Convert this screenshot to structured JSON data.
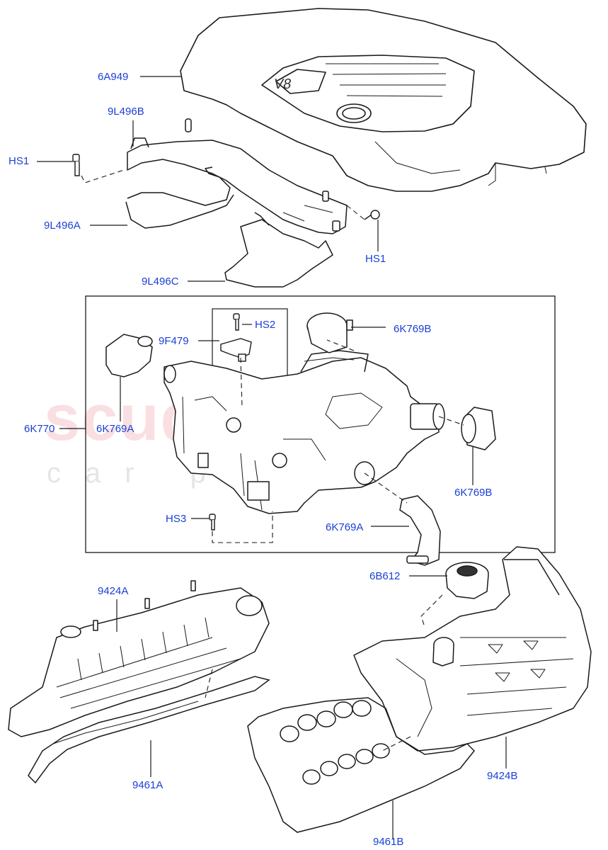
{
  "watermark": {
    "brand": "scuderia",
    "sub": "car parts"
  },
  "labels": {
    "p6A949": "6A949",
    "p9L496B": "9L496B",
    "hs1_left": "HS1",
    "p9L496A": "9L496A",
    "hs1_right": "HS1",
    "p9L496C": "9L496C",
    "hs2": "HS2",
    "p9F479": "9F479",
    "p6K769B_top": "6K769B",
    "p6K770": "6K770",
    "p6K769A_left": "6K769A",
    "p6K769B_right": "6K769B",
    "hs3": "HS3",
    "p6K769A_bottom": "6K769A",
    "p6B612": "6B612",
    "p9424A": "9424A",
    "p9461A": "9461A",
    "p9424B": "9424B",
    "p9461B": "9461B"
  },
  "colors": {
    "label": "#1a3fd6",
    "line": "#1a1a1a",
    "part_fill": "#ffffff"
  }
}
